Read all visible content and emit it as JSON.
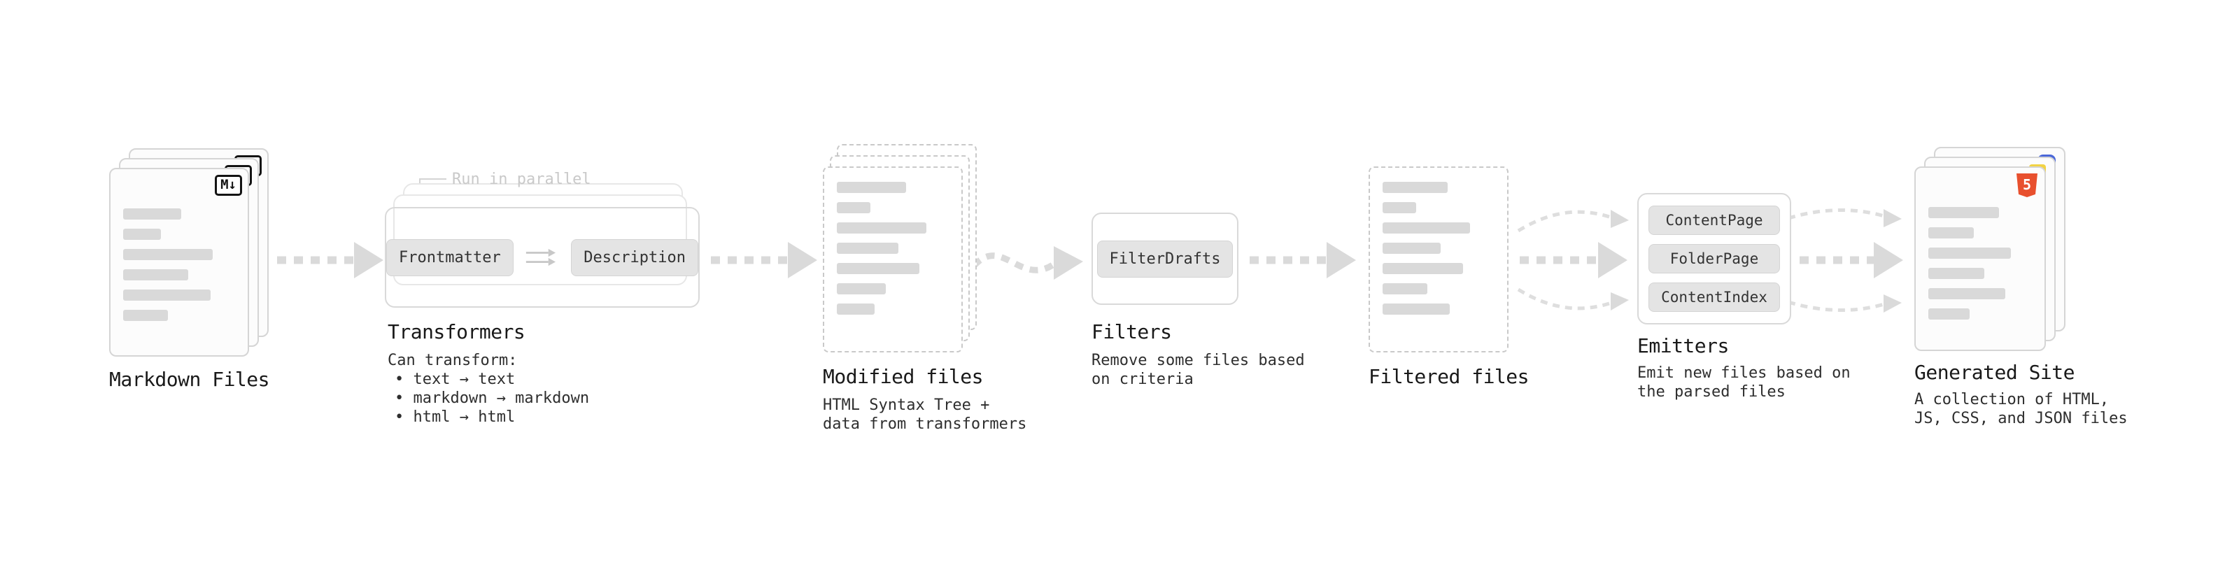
{
  "stages": {
    "markdown_files": {
      "title": "Markdown Files",
      "icon": "M↓"
    },
    "transformers": {
      "annotation": "Run in parallel",
      "buttons": [
        "Frontmatter",
        "Description"
      ],
      "title": "Transformers",
      "desc_lines": [
        "Can transform:",
        "• text → text",
        "• markdown → markdown",
        "• html → html"
      ]
    },
    "modified_files": {
      "title": "Modified files",
      "desc": "HTML Syntax Tree +\ndata from transformers"
    },
    "filters": {
      "button": "FilterDrafts",
      "title": "Filters",
      "desc": "Remove some files based\non criteria"
    },
    "filtered_files": {
      "title": "Filtered files"
    },
    "emitters": {
      "buttons": [
        "ContentPage",
        "FolderPage",
        "ContentIndex"
      ],
      "title": "Emitters",
      "desc": "Emit new files based on\nthe parsed files"
    },
    "generated_site": {
      "title": "Generated Site",
      "icon": "5",
      "desc": "A collection of HTML,\nJS, CSS, and JSON files"
    }
  },
  "colors": {
    "arrow": "#dadada",
    "bar": "#d9d9d9",
    "html5_orange": "#e8502e",
    "js_yellow": "#f2d344",
    "css_blue": "#4a67d8"
  }
}
